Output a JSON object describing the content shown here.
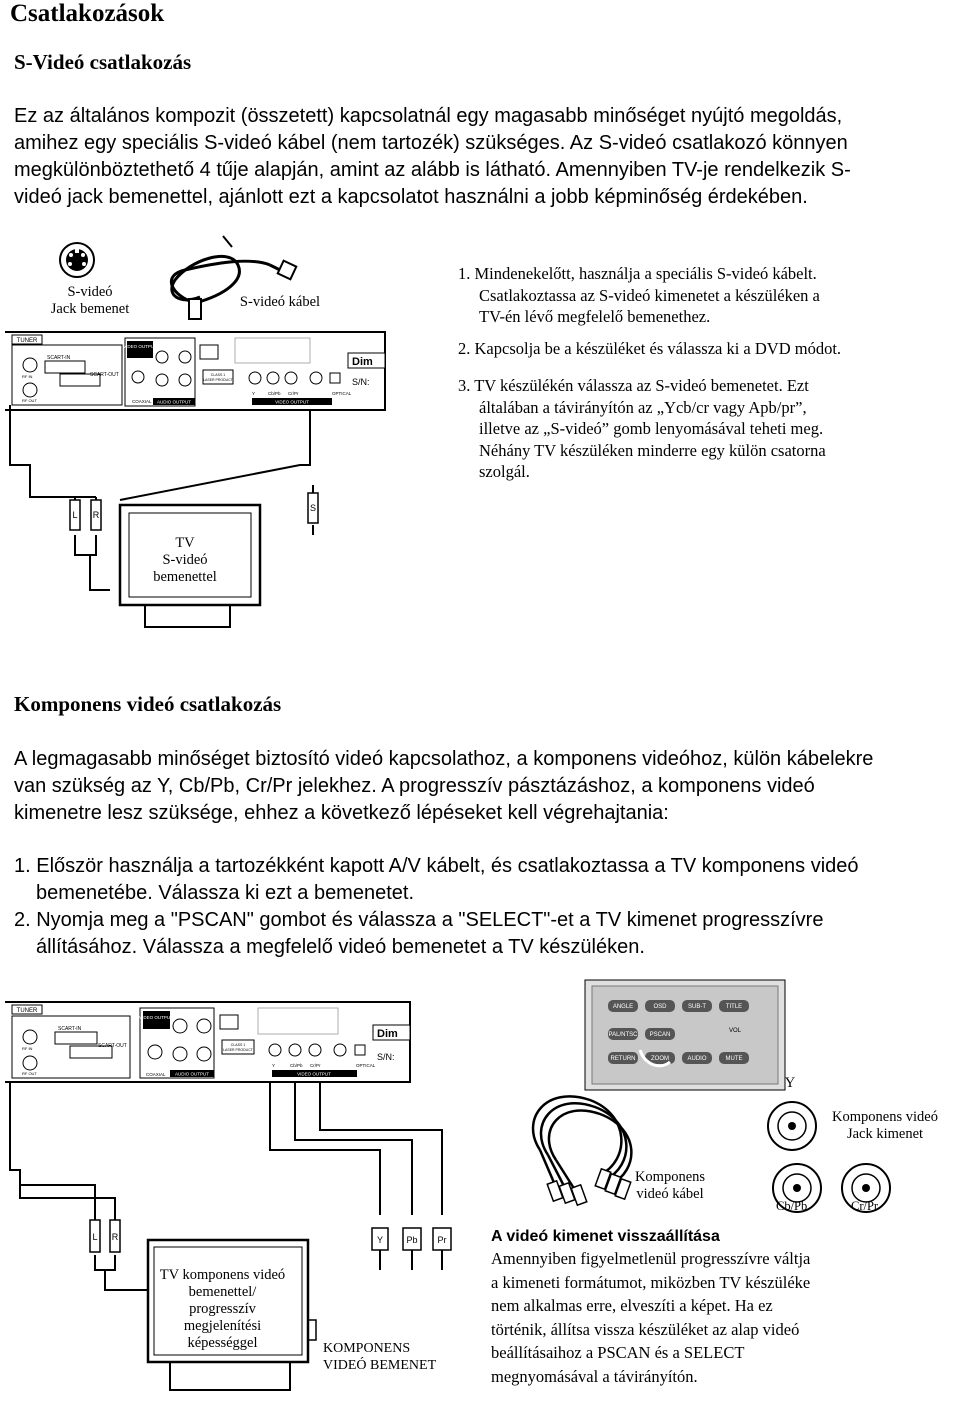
{
  "page_title": "Csatlakozások",
  "svideo": {
    "heading": "S-Videó csatlakozás",
    "paragraph": [
      "Ez az általános kompozit (összetett) kapcsolatnál egy magasabb minőséget nyújtó megoldás,",
      "amihez egy speciális S-videó kábel (nem tartozék) szükséges. Az S-videó csatlakozó könnyen",
      "megkülönböztethető 4 tűje alapján, amint az alább is látható. Amennyiben TV-je rendelkezik S-",
      "videó jack bemenettel, ajánlott ezt a kapcsolatot használni a jobb képminőség érdekében."
    ],
    "diagram": {
      "jack_label": [
        "S-videó",
        "Jack bemenet"
      ],
      "cable_label": "S-videó kábel",
      "tv_label": [
        "TV",
        "S-videó",
        "bemenettel"
      ],
      "plug_l": "L",
      "plug_r": "R",
      "plug_s": "S"
    },
    "steps": [
      [
        "1. Mindenekelőtt, használja a speciális S-videó kábelt.",
        "Csatlakoztassa az S-videó kimenetet a készüléken a",
        "TV-én lévő megfelelő bemenethez."
      ],
      [
        "2. Kapcsolja be a készüléket és válassza ki a DVD módot."
      ],
      [
        "3. TV készülékén válassza az S-videó bemenetet. Ezt",
        "általában a távirányítón az „Ycb/cr vagy Apb/pr”,",
        "illetve az „S-videó” gomb lenyomásával teheti meg.",
        "Néhány TV készüléken minderre egy külön csatorna",
        "szolgál."
      ]
    ]
  },
  "panel": {
    "tuner": "TUNER",
    "scart_in": "SCART-IN",
    "scart_out": "SCART-OUT",
    "rf_in": "RF IN",
    "rf_out": "RF OUT",
    "video_output": "VIDEO OUTPUT",
    "coaxial": "COAXIAL",
    "audio_output": "AUDIO OUTPUT",
    "class1": "CLASS 1",
    "laser_product": "LASER PRODUCT",
    "y": "Y",
    "cb_pb": "Cb/Pb",
    "cr_pr": "Cr/Pr",
    "video_output_lower": "VIDEO OUTPUT",
    "optical": "OPTICAL",
    "brand": "Dim",
    "sn": "S/N:"
  },
  "component": {
    "heading": "Komponens videó csatlakozás",
    "paragraph": [
      "A legmagasabb minőséget biztosító videó kapcsolathoz, a komponens videóhoz, külön kábelekre",
      "van szükség az Y, Cb/Pb, Cr/Pr jelekhez. A progresszív pásztázáshoz, a komponens videó",
      "kimenetre lesz szüksége, ehhez a következő lépéseket kell végrehajtania:"
    ],
    "steps": [
      [
        "1. Először használja a tartozékként kapott A/V kábelt, és csatlakoztassa a TV komponens videó",
        "bemenetébe. Válassza ki ezt a bemenetet."
      ],
      [
        "2. Nyomja meg a \"PSCAN\" gombot és válassza a \"SELECT\"-et a TV kimenet progresszívre",
        "állításához. Válassza a megfelelő videó bemenetet a TV készüléken."
      ]
    ],
    "diagram": {
      "remote_buttons": [
        "ANGLE",
        "OSD",
        "SUB-T",
        "TITLE",
        "PAL/NTSC",
        "PSCAN",
        "VOL",
        "RETURN",
        "ZOOM",
        "AUDIO",
        "MUTE"
      ],
      "jack_y": "Y",
      "jack_label": [
        "Komponens videó",
        "Jack kimenet"
      ],
      "cable_label": [
        "Komponens",
        "videó kábel"
      ],
      "jack_cb": "Cb/Pb",
      "jack_cr": "Cr/Pr",
      "plug_l": "L",
      "plug_r": "R",
      "plug_y": "Y",
      "plug_pb": "Pb",
      "plug_pr": "Pr",
      "tv_label": [
        "TV komponens videó",
        "bemenettel/",
        "progresszív",
        "megjelenítési",
        "képességgel"
      ],
      "komponens_label": [
        "KOMPONENS",
        "VIDEÓ BEMENET"
      ]
    },
    "restore": {
      "heading": "A videó kimenet visszaállítása",
      "lines": [
        "Amennyiben figyelmetlenül progresszívre váltja",
        "a kimeneti formátumot, miközben TV készüléke",
        "nem alkalmas erre, elveszíti a képet. Ha ez",
        "történik, állítsa vissza készüléket az alap videó",
        "beállításaihoz a PSCAN és a SELECT",
        "megnyomásával a távirányítón."
      ]
    }
  }
}
